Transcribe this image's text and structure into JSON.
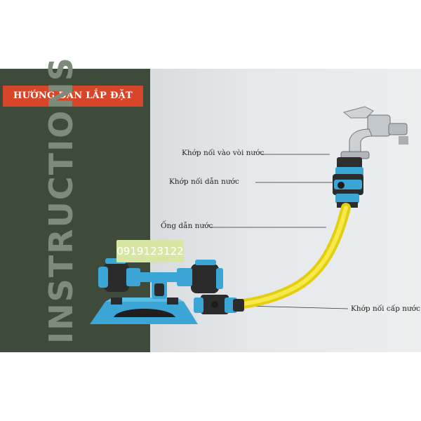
{
  "banner": {
    "title": "HƯỚNG DẪN LẮP ĐẶT"
  },
  "side_word": "INSTRUCTIONS",
  "phone": "0919123122",
  "callouts": {
    "faucet_connector": "Khớp nối vào vòi nước",
    "conductor_connector": "Khớp nối dẫn nước",
    "hose": "Ống dẫn nước",
    "supply_connector": "Khớp nối cấp nước"
  },
  "colors": {
    "panel_dark": "#3e4b3a",
    "banner_red": "#d8462a",
    "sprinkler_blue": "#3ba6d6",
    "hose_yellow": "#f2e02a",
    "phone_badge": "#d7e6a3"
  }
}
